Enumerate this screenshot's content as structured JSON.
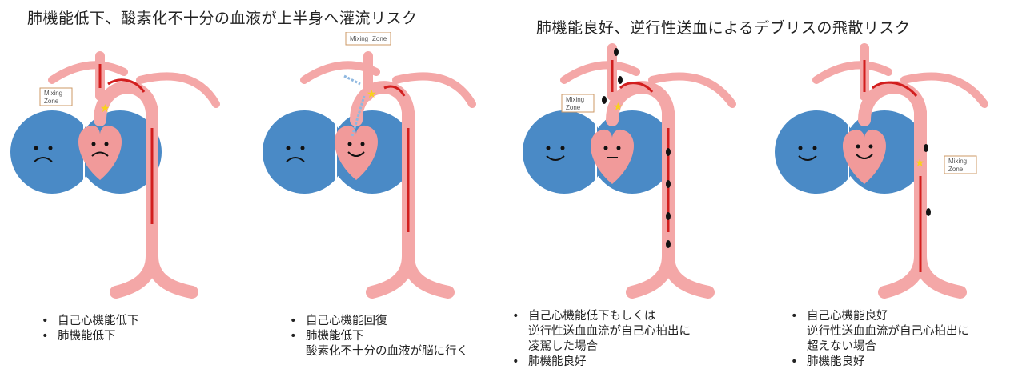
{
  "titles": {
    "left": "肺機能低下、酸素化不十分の血液が上半身へ灌流リスク",
    "right": "肺機能良好、逆行性送血によるデブリスの飛散リスク"
  },
  "mixing_zone_label": {
    "line1": "Mixing",
    "line2": "Zone"
  },
  "colors": {
    "lung": "#4a8ac6",
    "heart": "#f19a9a",
    "vessel": "#f4a7a7",
    "arrow": "#d21e1e",
    "star": "#f8d21b",
    "debris": "#111111"
  },
  "panels": [
    {
      "bullets": [
        "自己心機能低下",
        "肺機能低下"
      ],
      "continuations": []
    },
    {
      "bullets": [
        "自己心機能回復",
        "肺機能低下"
      ],
      "continuations": [
        "酸素化不十分の血液が脳に行く"
      ]
    },
    {
      "bullets": [
        "自己心機能低下もしくは",
        "肺機能良好"
      ],
      "continuations": [
        "逆行性送血血流が自己心拍出に",
        "凌駕した場合"
      ]
    },
    {
      "bullets": [
        "自己心機能良好",
        "肺機能良好"
      ],
      "continuations": [
        "逆行性送血血流が自己心拍出に",
        "超えない場合"
      ]
    }
  ]
}
